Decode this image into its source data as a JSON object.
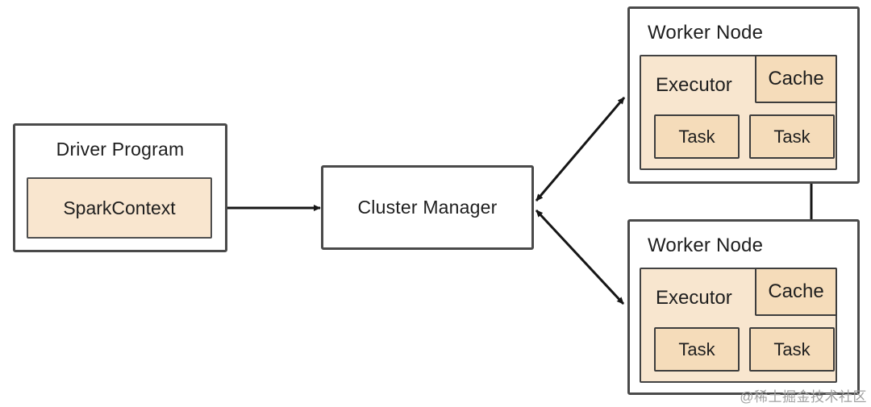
{
  "diagram": {
    "driver": {
      "title": "Driver Program",
      "spark_context": "SparkContext"
    },
    "cluster_manager": {
      "label": "Cluster Manager"
    },
    "workers": [
      {
        "title": "Worker Node",
        "executor": "Executor",
        "cache": "Cache",
        "tasks": [
          "Task",
          "Task"
        ]
      },
      {
        "title": "Worker Node",
        "executor": "Executor",
        "cache": "Cache",
        "tasks": [
          "Task",
          "Task"
        ]
      }
    ],
    "connections": [
      "SparkContext <-> Cluster Manager",
      "Cluster Manager <-> Worker Node (top)",
      "Cluster Manager <-> Worker Node (bottom)",
      "Worker Node (top) <-> Worker Node (bottom)"
    ],
    "watermark": "@稀土掘金技术社区",
    "colors": {
      "box_fill_light": "#f9e6cf",
      "box_fill_dark": "#f5dcba",
      "border": "#4a4a4a",
      "arrow": "#161616",
      "watermark": "#a0a0a0"
    }
  }
}
